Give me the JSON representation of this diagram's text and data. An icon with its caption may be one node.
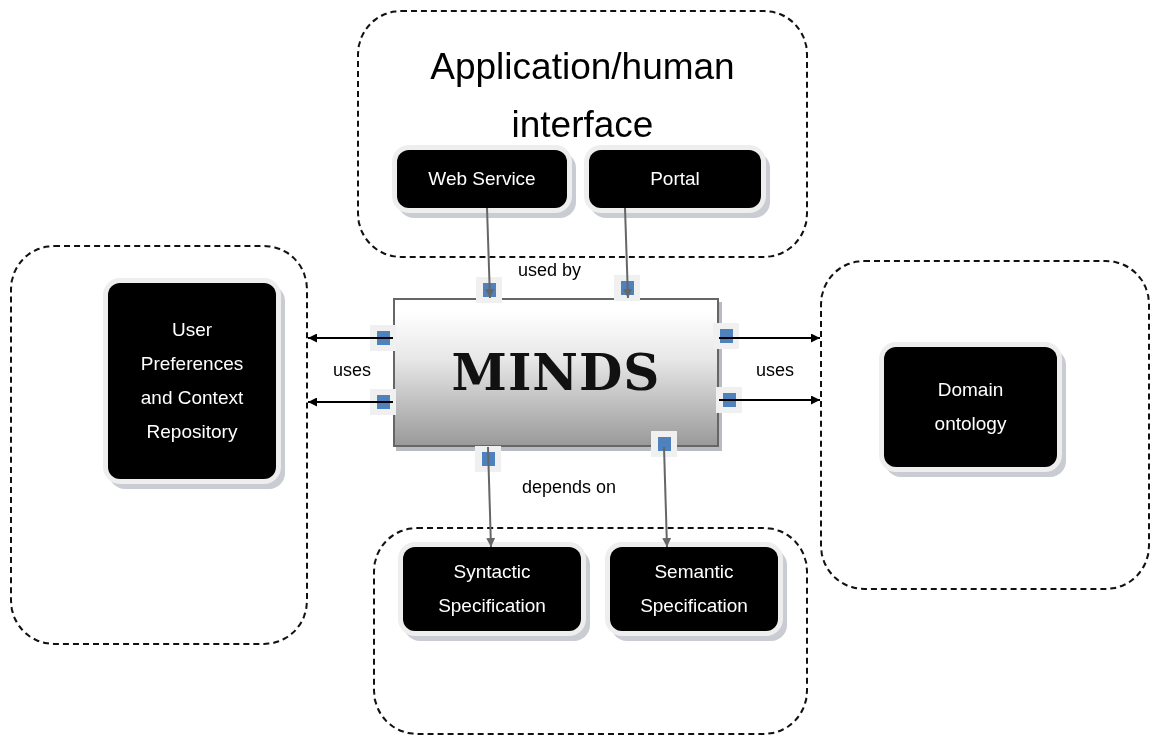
{
  "diagram": {
    "nodes": [
      {
        "text": [
          "Application/human interface"
        ]
      },
      {
        "text": [
          "Web Service"
        ],
        "in": 0
      },
      {
        "text": [
          "Portal"
        ],
        "in": 0
      },
      {
        "text": [],
        "shape": "box"
      },
      {
        "text": [
          "User Preferences and Context Repository"
        ],
        "in": 3
      },
      {
        "text": [
          "MINDS"
        ]
      },
      {
        "text": [],
        "shape": "box"
      },
      {
        "text": [
          "Domain ontology"
        ],
        "in": 6
      },
      {
        "text": [],
        "shape": "box"
      },
      {
        "text": [
          "Syntactic Specification"
        ],
        "in": 8
      },
      {
        "text": [
          "Semantic Specification"
        ],
        "in": 8
      }
    ],
    "edges": [
      {
        "from": 1,
        "to": 5,
        "arrow": "to",
        "color": "#666666"
      },
      {
        "from": 2,
        "to": 5,
        "arrow": "to",
        "color": "#666666"
      },
      {
        "from": 5,
        "to": 3,
        "arrow": "to",
        "color": "#000000"
      },
      {
        "from": 5,
        "to": 3,
        "arrow": "to",
        "color": "#000000"
      },
      {
        "from": 5,
        "to": 6,
        "arrow": "to",
        "color": "#000000"
      },
      {
        "from": 5,
        "to": 6,
        "arrow": "to",
        "color": "#000000"
      },
      {
        "from": 5,
        "to": 9,
        "arrow": "to",
        "color": "#666666"
      },
      {
        "from": 5,
        "to": 10,
        "arrow": "to",
        "color": "#666666"
      }
    ],
    "labels": [
      "used by",
      "uses",
      "uses",
      "depends on"
    ]
  }
}
